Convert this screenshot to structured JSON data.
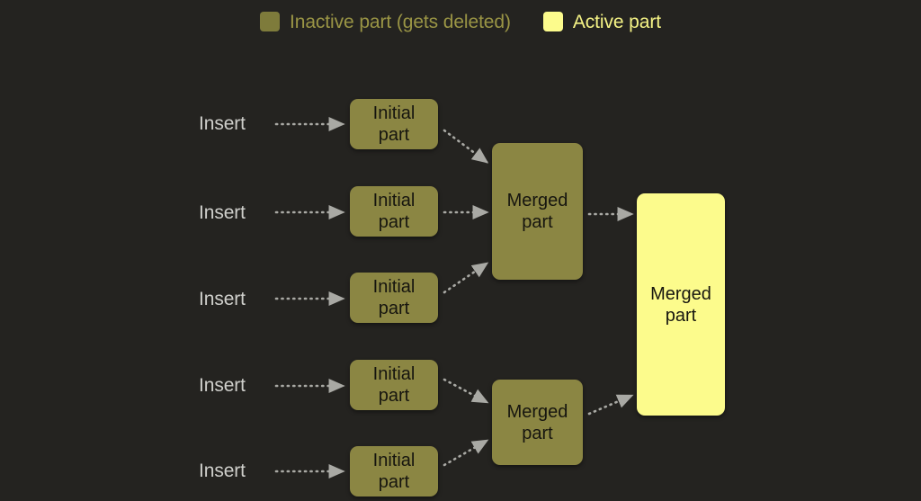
{
  "background_color": "#242320",
  "legend": {
    "items": [
      {
        "label": "Inactive part (gets deleted)",
        "color": "#7e7b3b",
        "state": "inactive"
      },
      {
        "label": "Active part",
        "color": "#fcfb8c",
        "state": "active"
      }
    ]
  },
  "diagram": {
    "insert_labels": [
      {
        "text": "Insert"
      },
      {
        "text": "Insert"
      },
      {
        "text": "Insert"
      },
      {
        "text": "Insert"
      },
      {
        "text": "Insert"
      }
    ],
    "initial_parts": [
      {
        "line1": "Initial",
        "line2": "part",
        "state": "inactive",
        "color": "#8b8643"
      },
      {
        "line1": "Initial",
        "line2": "part",
        "state": "inactive",
        "color": "#8b8643"
      },
      {
        "line1": "Initial",
        "line2": "part",
        "state": "inactive",
        "color": "#8b8643"
      },
      {
        "line1": "Initial",
        "line2": "part",
        "state": "inactive",
        "color": "#8b8643"
      },
      {
        "line1": "Initial",
        "line2": "part",
        "state": "inactive",
        "color": "#8b8643"
      }
    ],
    "merged_parts": [
      {
        "line1": "Merged",
        "line2": "part",
        "state": "inactive",
        "color": "#8b8643"
      },
      {
        "line1": "Merged",
        "line2": "part",
        "state": "inactive",
        "color": "#8b8643"
      }
    ],
    "final_part": {
      "line1": "Merged",
      "line2": "part",
      "state": "active",
      "color": "#fcfb8c"
    },
    "arrow_color": "#a9a9a4",
    "arrow_style": "dotted"
  }
}
